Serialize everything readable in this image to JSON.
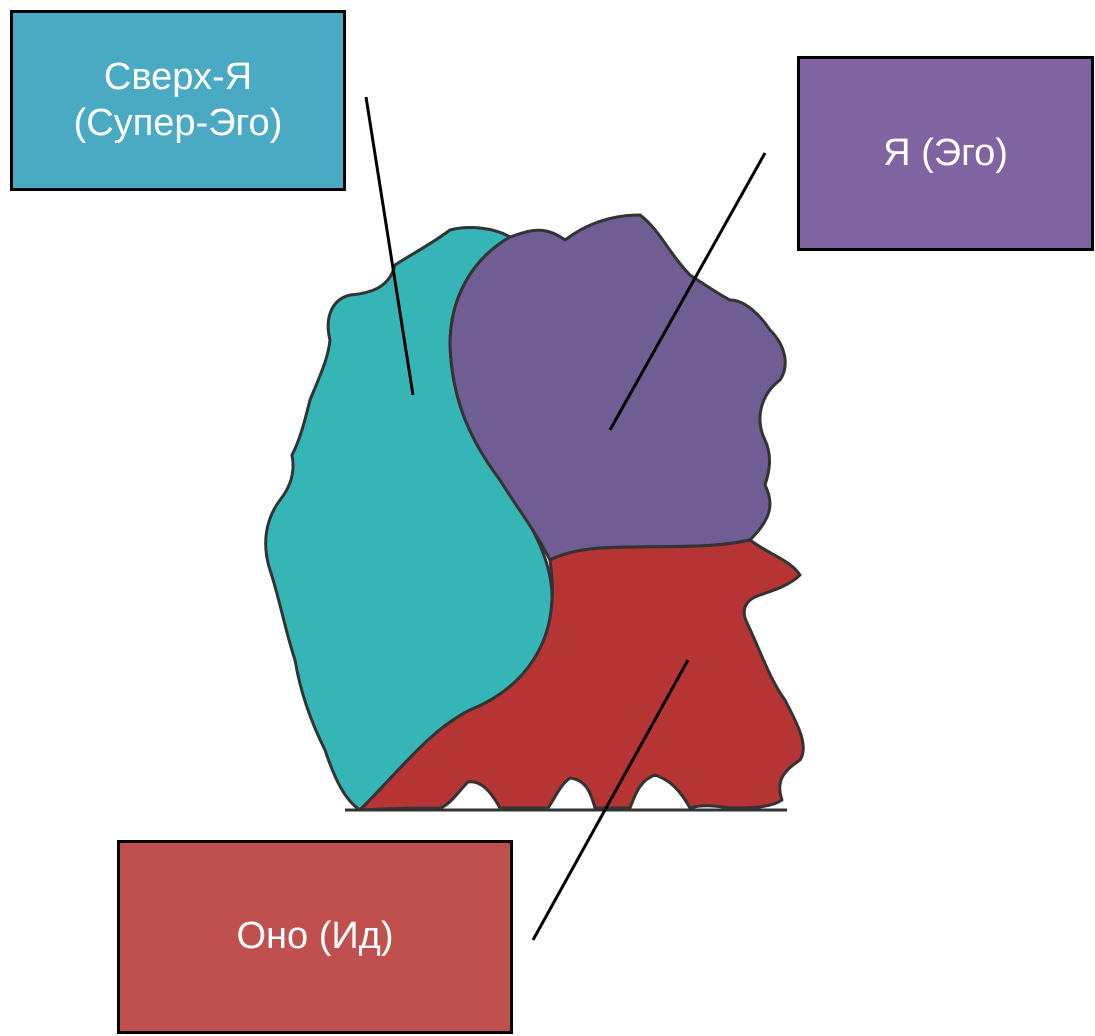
{
  "diagram": {
    "colors": {
      "superego": "#36b5b6",
      "ego": "#705d94",
      "id": "#b73434",
      "outline": "#333333"
    },
    "labels": {
      "superego": {
        "text": "Сверх-Я\n(Супер-Эго)",
        "box_color": "#4aaac4"
      },
      "ego": {
        "text": "Я (Эго)",
        "box_color": "#8064a2"
      },
      "id": {
        "text": "Оно (Ид)",
        "box_color": "#c0504d"
      }
    }
  }
}
